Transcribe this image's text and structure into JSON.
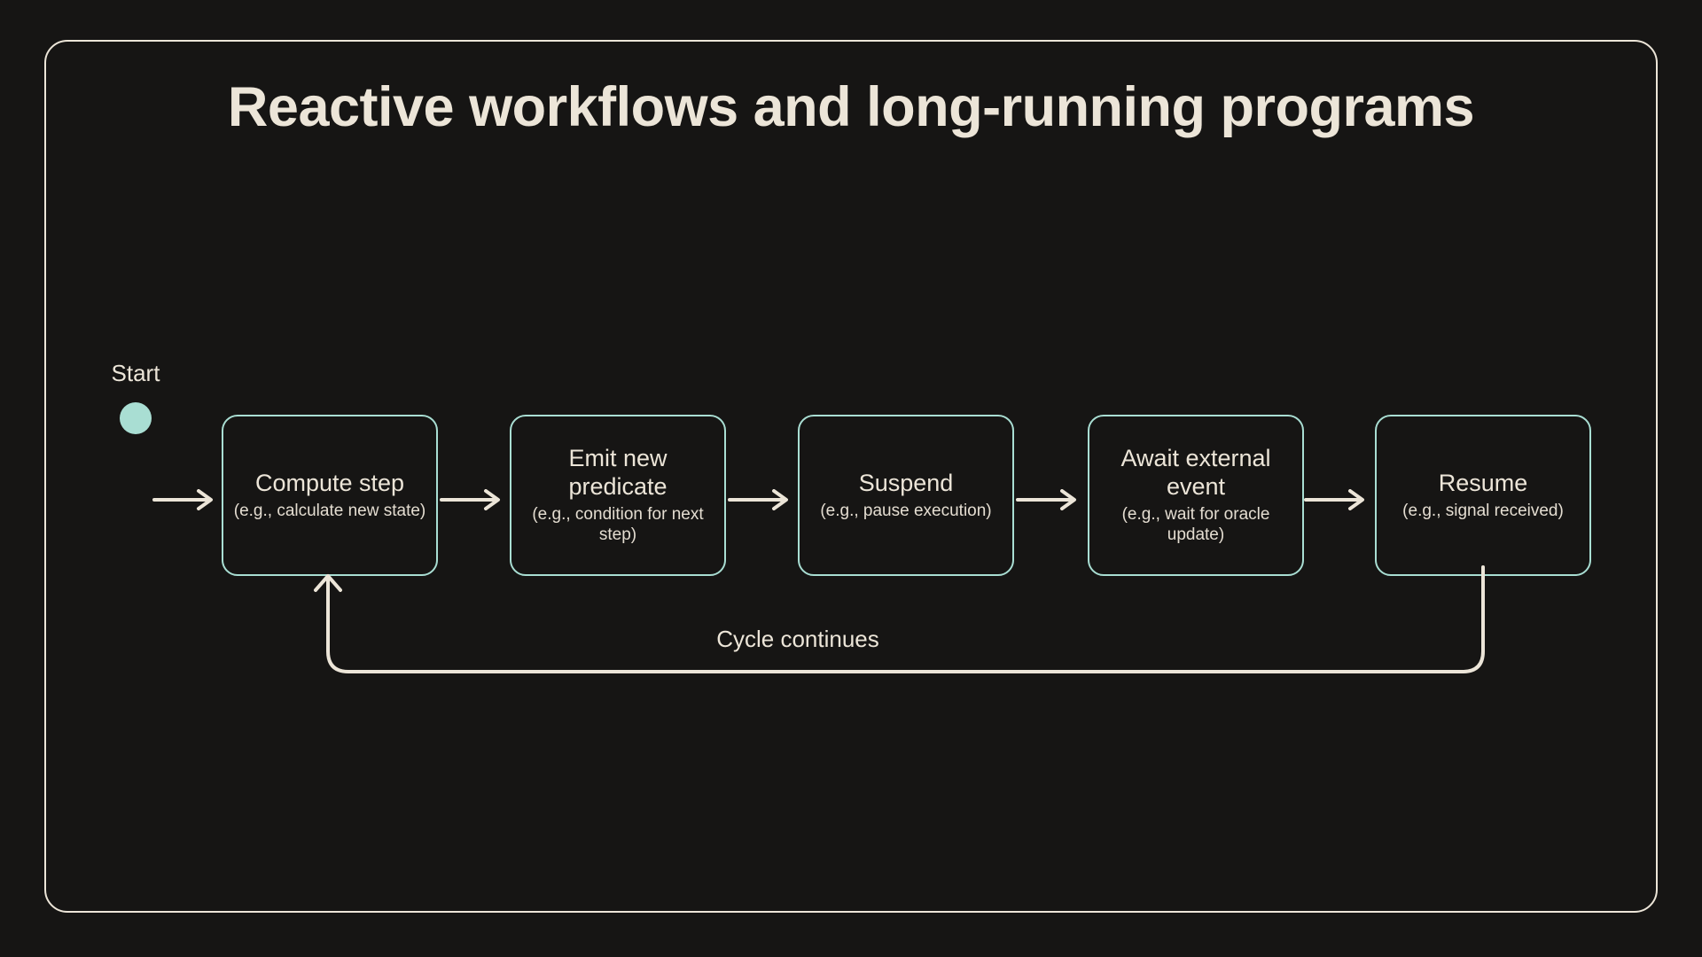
{
  "slide": {
    "title": "Reactive workflows and long-running programs",
    "background_color": "#161514",
    "accent_color": "#a9ded3",
    "text_color": "#ece5d8"
  },
  "diagram": {
    "start": {
      "label": "Start",
      "marker": "start-dot",
      "color": "#a9ded3"
    },
    "loop_label": "Cycle continues",
    "arrow_icon": "arrow-right-icon",
    "nodes": [
      {
        "title": "Compute step",
        "subtitle": "(e.g., calculate new state)"
      },
      {
        "title": "Emit new predicate",
        "subtitle": "(e.g., condition for next step)"
      },
      {
        "title": "Suspend",
        "subtitle": "(e.g., pause execution)"
      },
      {
        "title": "Await external event",
        "subtitle": "(e.g., wait for oracle update)"
      },
      {
        "title": "Resume",
        "subtitle": "(e.g., signal received)"
      }
    ]
  }
}
